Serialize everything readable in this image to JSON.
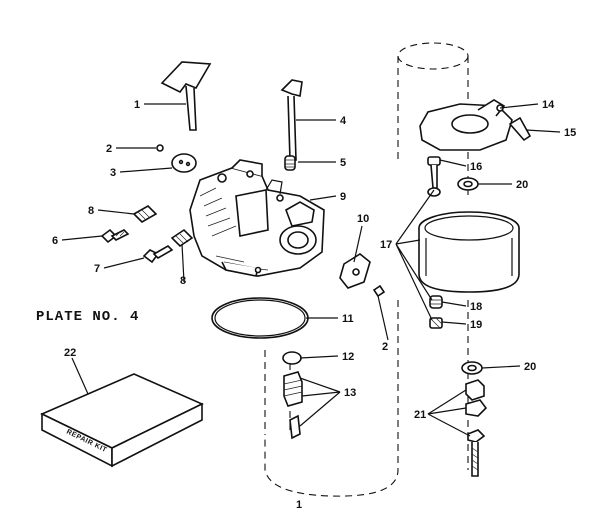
{
  "diagram": {
    "plate_title": "PLATE NO. 4",
    "kit_label": "REPAIR KIT",
    "callouts": {
      "c1": "1",
      "c2a": "2",
      "c2b": "2",
      "c3": "3",
      "c4": "4",
      "c5": "5",
      "c6": "6",
      "c7": "7",
      "c8a": "8",
      "c8b": "8",
      "c9": "9",
      "c10": "10",
      "c11": "11",
      "c12": "12",
      "c13": "13",
      "c14": "14",
      "c15": "15",
      "c16": "16",
      "c17": "17",
      "c18": "18",
      "c19": "19",
      "c20a": "20",
      "c20b": "20",
      "c21": "21",
      "c22": "22",
      "c_bottom": "1"
    }
  }
}
